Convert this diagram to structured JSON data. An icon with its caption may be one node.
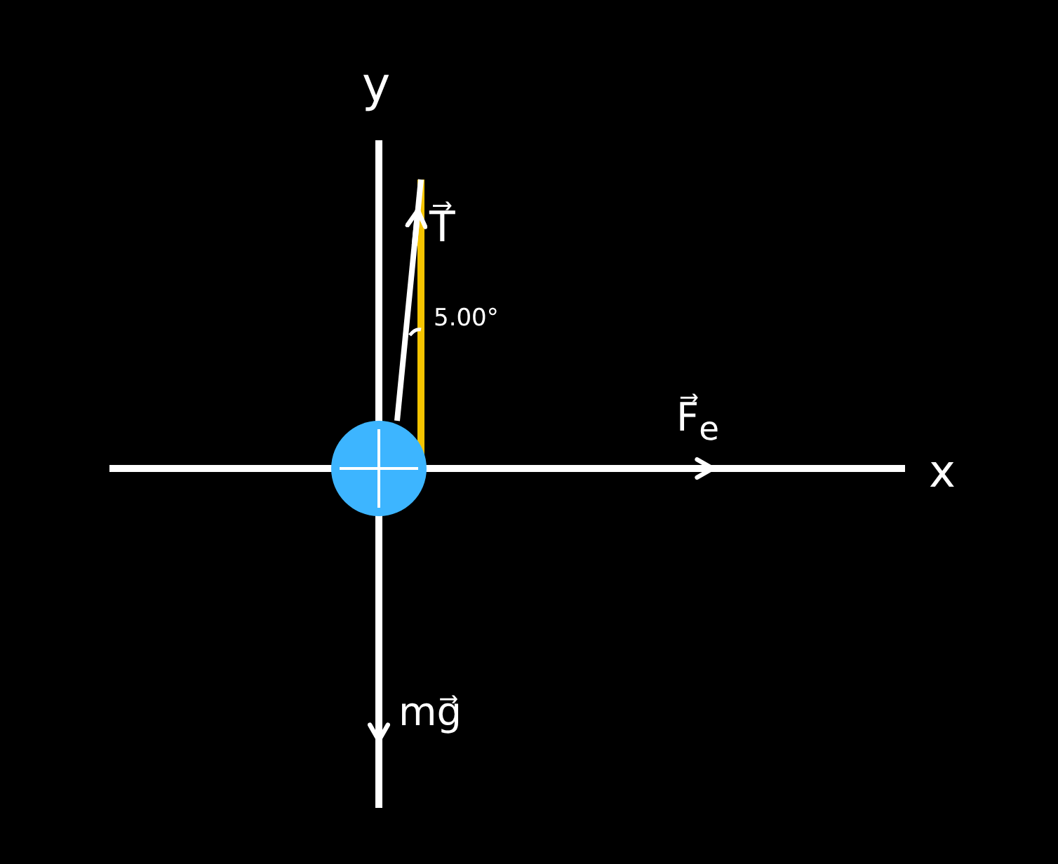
{
  "diagram": {
    "nodes": [
      {
        "text": [],
        "shape": "circle"
      }
    ],
    "labels": [
      "y",
      "T⃗",
      "5.00°",
      "F⃗$_{e}$",
      "x",
      "mg⃗"
    ]
  }
}
